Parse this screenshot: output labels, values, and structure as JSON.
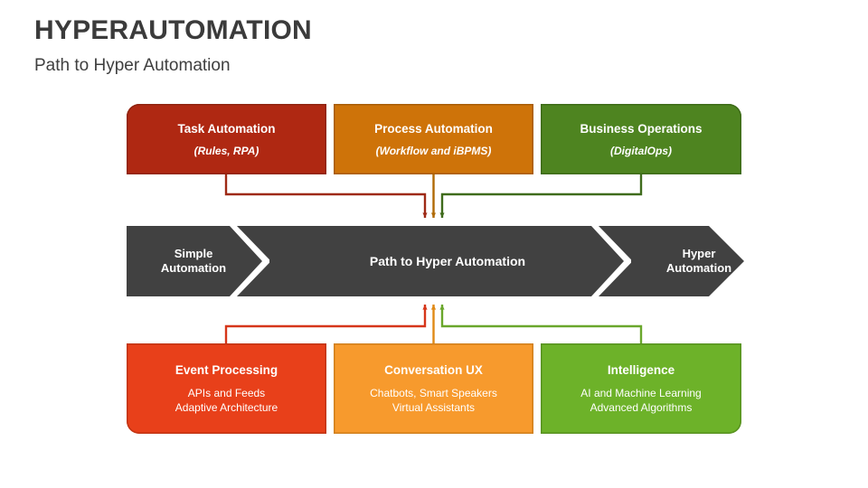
{
  "header": {
    "title": "HYPERAUTOMATION",
    "subtitle": "Path to Hyper Automation"
  },
  "top_row": [
    {
      "id": "task-automation",
      "title": "Task Automation",
      "subtitle": "(Rules, RPA)",
      "color": "#AF2812"
    },
    {
      "id": "process-automation",
      "title": "Process Automation",
      "subtitle": "(Workflow and iBPMS)",
      "color": "#CE7309"
    },
    {
      "id": "business-operations",
      "title": "Business Operations",
      "subtitle": "(DigitalOps)",
      "color": "#4E8420"
    }
  ],
  "band": {
    "background": "#414141",
    "stage_left": "Simple\nAutomation",
    "stage_left_line1": "Simple",
    "stage_left_line2": "Automation",
    "stage_center": "Path to Hyper Automation",
    "stage_right_line1": "Hyper",
    "stage_right_line2": "Automation"
  },
  "bottom_row": [
    {
      "id": "event-processing",
      "title": "Event Processing",
      "sub_line1": "APIs and Feeds",
      "sub_line2": "Adaptive Architecture",
      "color": "#E8401A"
    },
    {
      "id": "conversation-ux",
      "title": "Conversation UX",
      "sub_line1": "Chatbots, Smart Speakers",
      "sub_line2": "Virtual Assistants",
      "color": "#F79A2D"
    },
    {
      "id": "intelligence",
      "title": "Intelligence",
      "sub_line1": "AI and Machine Learning",
      "sub_line2": "Advanced Algorithms",
      "color": "#6DB229"
    }
  ],
  "connectors": {
    "top_left_color": "#9E2A16",
    "top_center_color": "#B06A05",
    "top_right_color": "#3F6B1C",
    "bottom_left_color": "#D6361A",
    "bottom_center_color": "#E08A16",
    "bottom_right_color": "#6AA72C"
  }
}
